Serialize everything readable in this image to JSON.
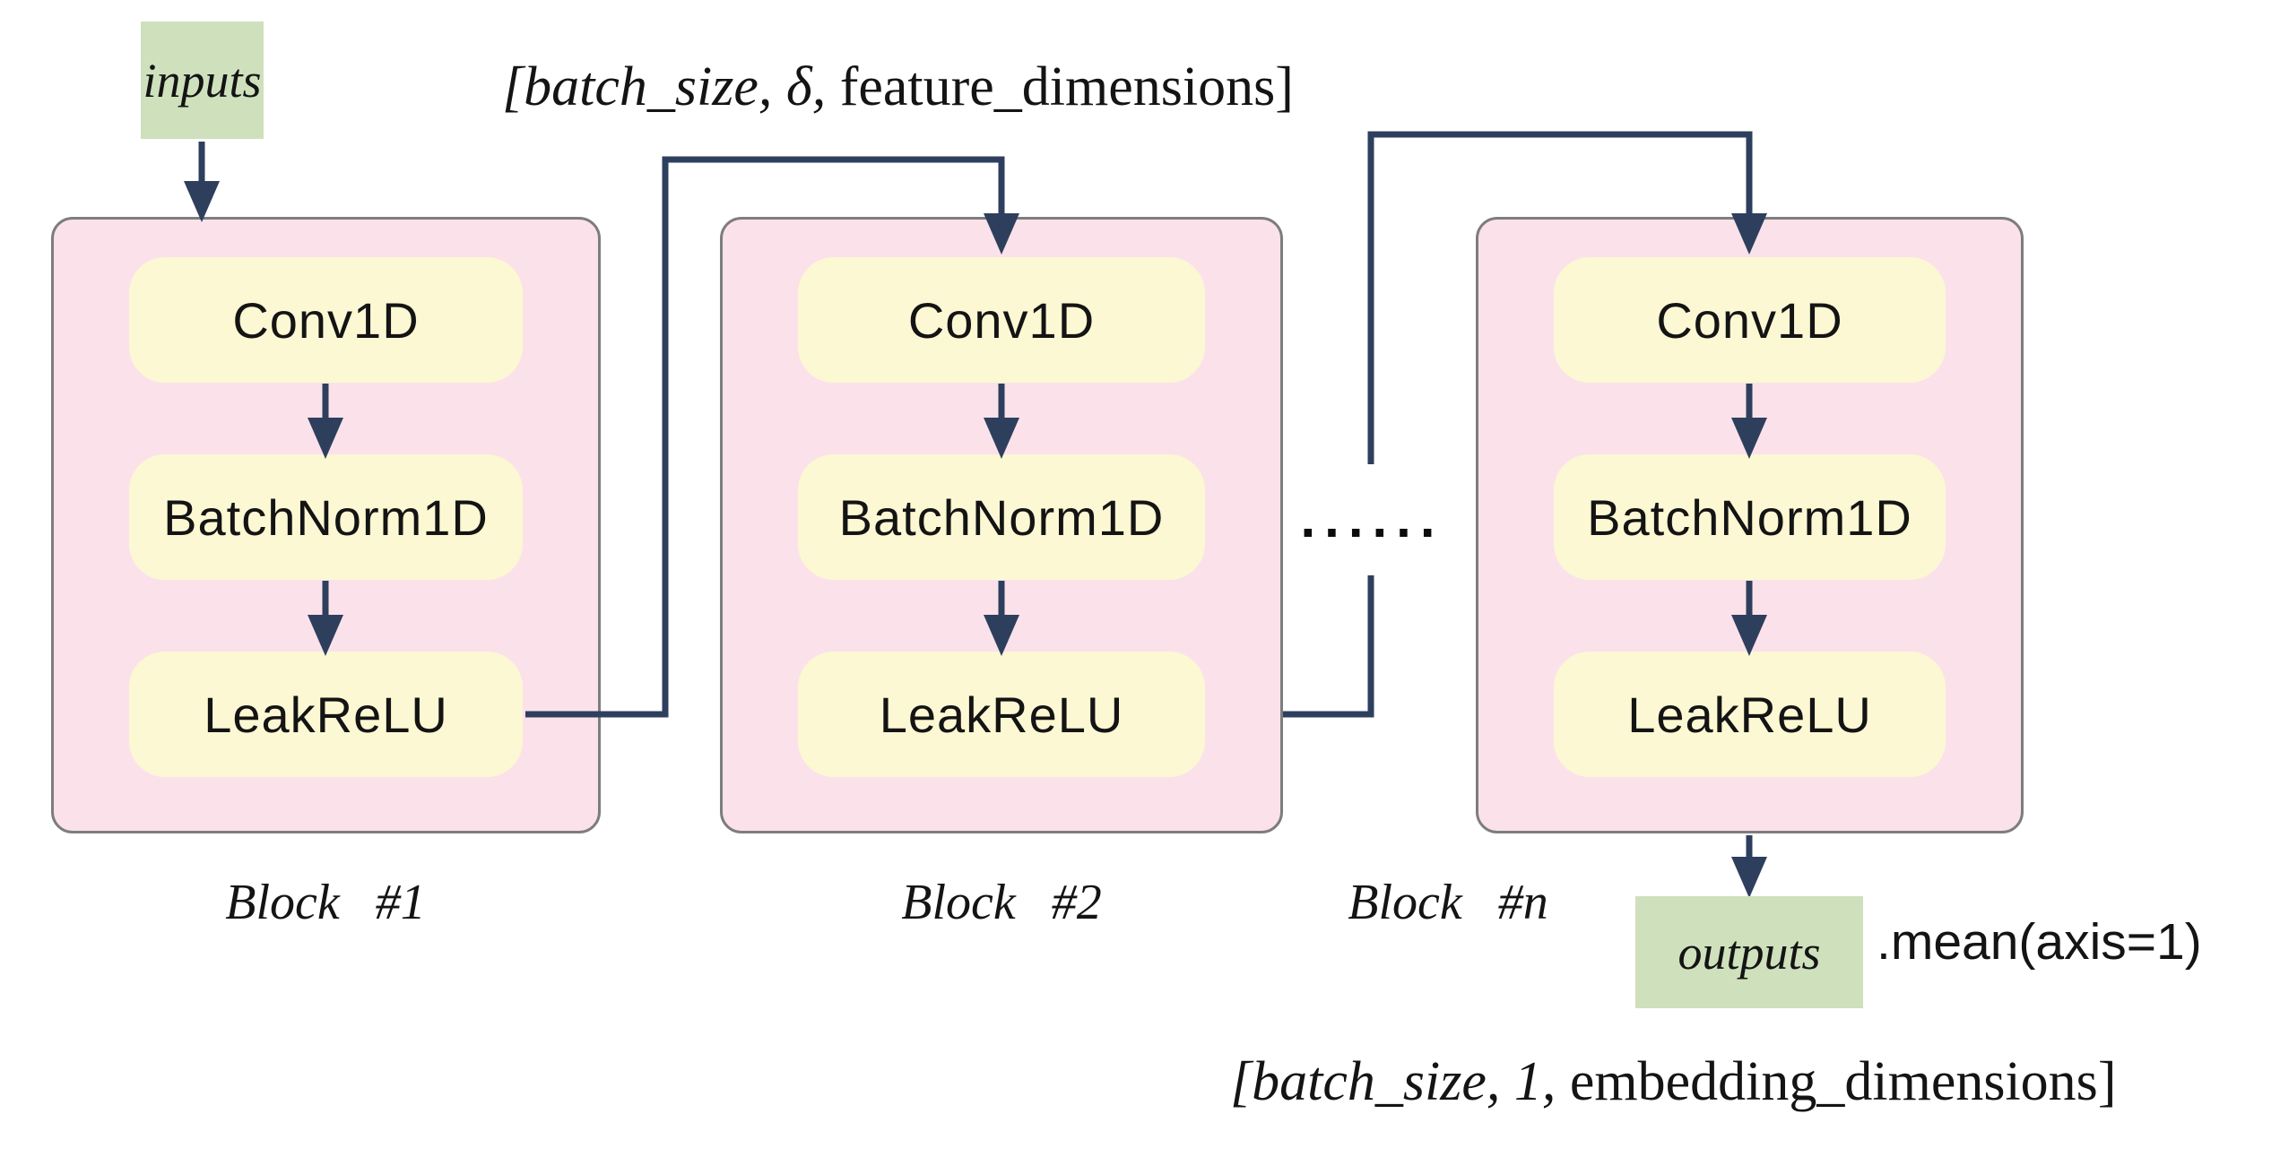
{
  "colors": {
    "bg": "#ffffff",
    "green": "#cfe0bd",
    "pink": "#fbe2ea",
    "yellow": "#fcf8d3",
    "line": "#2e3f5e",
    "border": "#7d7d7d",
    "text": "#141414"
  },
  "diagram": {
    "input_label": "inputs",
    "output_label": "outputs",
    "top_shape": {
      "italic": "[batch_size, δ,",
      "roman": " feature_dimensions]"
    },
    "bottom_shape": {
      "italic": "[batch_size, 1,",
      "roman": " embedding_dimensions]"
    },
    "mean_label": ".mean(axis=1)",
    "dots": "......",
    "blocks": [
      {
        "label": "Block #1",
        "layers": [
          "Conv1D",
          "BatchNorm1D",
          "LeakReLU"
        ]
      },
      {
        "label": "Block #2",
        "layers": [
          "Conv1D",
          "BatchNorm1D",
          "LeakReLU"
        ]
      },
      {
        "label": "Block #n",
        "layers": [
          "Conv1D",
          "BatchNorm1D",
          "LeakReLU"
        ]
      }
    ]
  }
}
